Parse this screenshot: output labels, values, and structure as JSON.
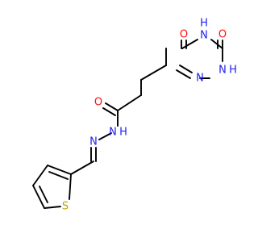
{
  "colors": {
    "bond": "#000000",
    "oxygen": "#ff0d0d",
    "nitrogen": "#2020ee",
    "sulfur": "#b8a800"
  },
  "atoms": {
    "o_top": "O",
    "o_top_right": "O",
    "nh_top": "H",
    "nh_top_n": "N",
    "nh_right": "N",
    "nh_right_h": "H",
    "n_ring": "N",
    "o_amide": "O",
    "n_hydrazone": "N",
    "nh_hydrazide": "N",
    "nh_hydrazide_h": "H",
    "s_thiophene": "S"
  }
}
